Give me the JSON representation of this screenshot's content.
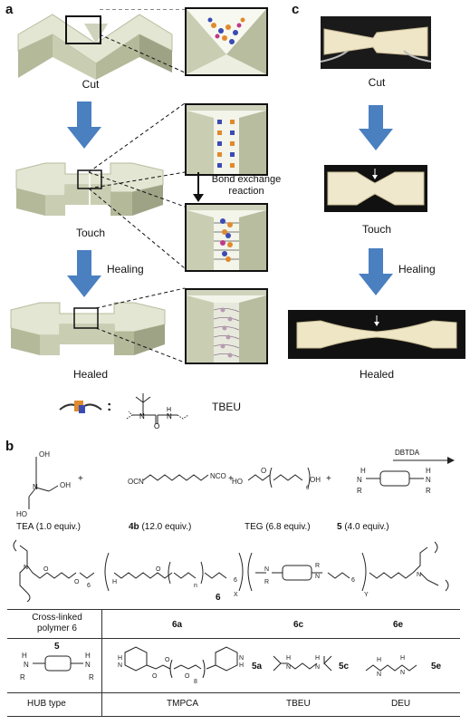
{
  "panels": {
    "a": "a",
    "b": "b",
    "c": "c"
  },
  "panel_a": {
    "cut": "Cut",
    "touch": "Touch",
    "healed": "Healed",
    "healing": "Healing",
    "bond_exchange_line1": "Bond exchange",
    "bond_exchange_line2": "reaction",
    "legend_colon": ":",
    "legend_tbeu": "TBEU"
  },
  "panel_c": {
    "cut": "Cut",
    "touch": "Touch",
    "healing": "Healing",
    "healed": "Healed"
  },
  "panel_b": {
    "reagents": [
      {
        "name": "TEA",
        "equiv": "(1.0 equiv.)"
      },
      {
        "name": "4b",
        "equiv": "(12.0 equiv.)"
      },
      {
        "name": "TEG",
        "equiv": "(6.8 equiv.)"
      },
      {
        "name": "5",
        "equiv": "(4.0 equiv.)"
      }
    ],
    "plus": "+",
    "catalyst": "DBTDA",
    "product_number": "6",
    "ocn": "OCN",
    "nco": "NCO",
    "table": {
      "row1_header_line1": "Cross-linked",
      "row1_header_line2": "polymer 6",
      "row1_values": [
        "6a",
        "6c",
        "6e"
      ],
      "row2_header_number": "5",
      "row2_values": [
        "5a",
        "5c",
        "5e"
      ],
      "row3_header": "HUB type",
      "row3_values": [
        "TMPCA",
        "TBEU",
        "DEU"
      ]
    }
  },
  "colors": {
    "arrow_blue": "#4a7fc0",
    "block_face": "#d8dcc4",
    "block_side": "#a9ae90",
    "block_top": "#e6e9d6"
  }
}
